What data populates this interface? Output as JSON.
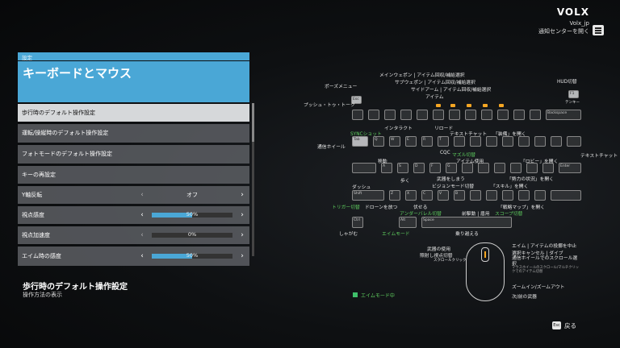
{
  "header": {
    "logo": "VOLX",
    "user": "Volx_jp",
    "notif": "通知センターを開く"
  },
  "panel": {
    "section": "設定",
    "title": "キーボードとマウス",
    "rows": [
      {
        "label": "歩行時のデフォルト操作設定",
        "selected": true
      },
      {
        "label": "運転/操縦時のデフォルト操作設定"
      },
      {
        "label": "フォトモードのデフォルト操作設定"
      },
      {
        "label": "キーの再設定"
      },
      {
        "label": "Y軸反転",
        "value": "オフ"
      },
      {
        "label": "視点感度",
        "value": "50%",
        "fill": 0.5
      },
      {
        "label": "視点加速度",
        "value": "0%",
        "fill": 0
      },
      {
        "label": "エイム時の感度",
        "value": "50%",
        "fill": 0.5
      }
    ],
    "desc_title": "歩行時のデフォルト操作設定",
    "desc_sub": "操作方法の表示"
  },
  "keys": {
    "esc": "Esc",
    "f1": "F1",
    "tab": "Tab",
    "shift": "Shift",
    "ctrl": "Ctrl",
    "alt": "Alt",
    "space": "Space",
    "enter": "Enter",
    "backspace": "Backspace",
    "q": "Q",
    "w": "W",
    "e": "E",
    "r": "R",
    "t": "T",
    "a": "A",
    "s": "S",
    "d": "D",
    "f": "F",
    "g": "G",
    "z": "Z",
    "x": "X",
    "c": "C",
    "v": "V",
    "b": "B"
  },
  "labels": {
    "pause": "ポーズメニュー",
    "hud": "HUD切替",
    "tenkey": "テンキー",
    "main": "メインウェポン | アイテム回収/補給選択",
    "sub": "サブウェポン | アイテム回収/補給選択",
    "side": "サイドアーム | アイテム回収/補給選択",
    "item": "アイテム",
    "ptt": "プッシュ・トゥ・トーク",
    "interact": "インタラクト",
    "reload": "リロード",
    "textchat": "テキストチャット",
    "equip": "「装備」を開く",
    "sync": "SYNCショット",
    "wheel": "通信ホイール",
    "cqc": "CQC",
    "muzzle": "マズル切替",
    "move": "移動",
    "item_use": "アイテム使用",
    "lobby": "「ロビー」を開く",
    "textchat2": "テキストチャット",
    "weapon_stow": "武器をしまう",
    "power": "「勢力の状況」を開く",
    "skill": "「スキル」を開く",
    "walk": "歩く",
    "vision": "ビジョンモード切替",
    "dash": "ダッシュ",
    "trigger": "トリガー切替",
    "drone": "ドローンを放つ",
    "prone": "伏せる",
    "underbarrel": "アンダーバレル切替",
    "sprint_ctrl": "前駆動 | 盾用",
    "scope": "スコープ切替",
    "map": "「戦略マップ」を開く",
    "crouch": "しゃがむ",
    "aim_mode": "エイムモード",
    "vault": "乗り越える",
    "weapon_use": "武器の使用",
    "sw_view": "照射し視点切替",
    "scroll_click": "スクロールクリック",
    "aim_stop": "エイム | アイテムの投擲を中止",
    "select_cancel": "選択キャンセル | ダイブ",
    "wheel_scroll": "通信ホイールでのスクロール選択",
    "wheel_note": "マウスホイールのスクロール/マルチクリックでのアイテム切替",
    "zoom": "ズームイン/ズームアウト",
    "next_weapon": "次/前の武器"
  },
  "legend": "エイムモード中",
  "back": {
    "key": "Esc",
    "label": "戻る"
  },
  "colors": {
    "accent": "#4aa7d6",
    "green": "#5fcf5f",
    "orange": "#f5a623"
  }
}
